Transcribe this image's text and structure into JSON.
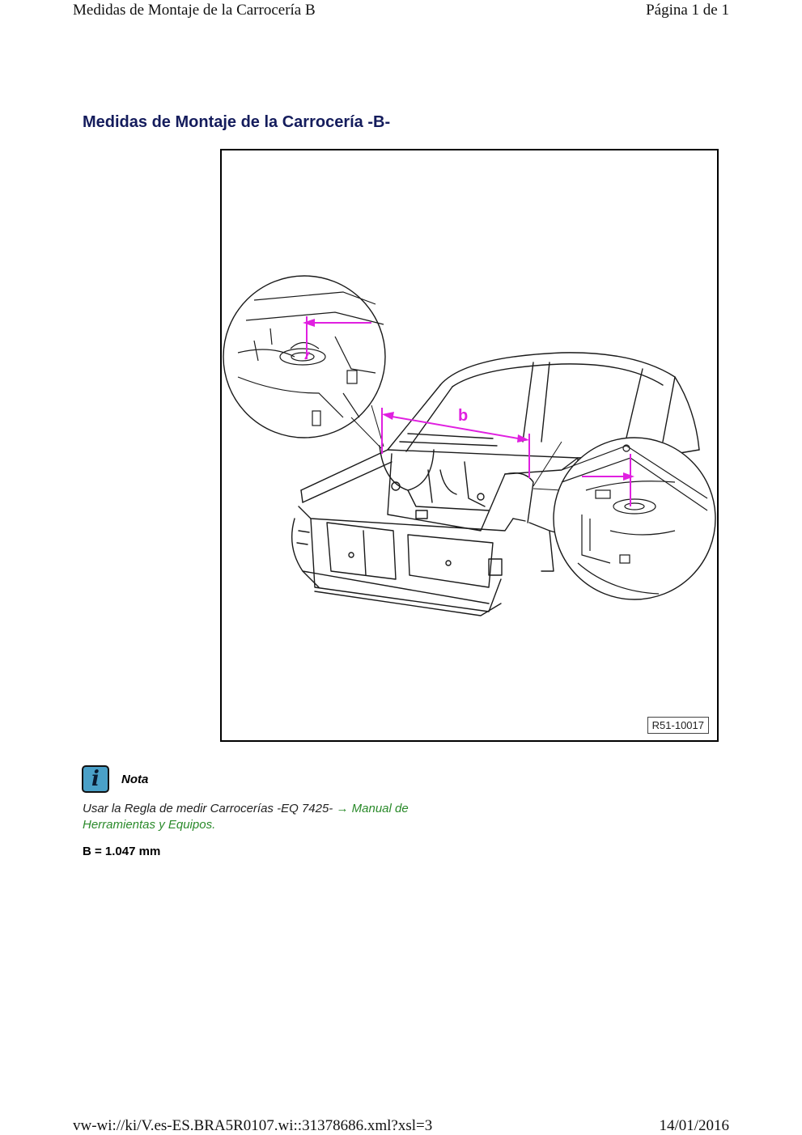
{
  "header": {
    "left": "Medidas de Montaje de la Carrocería B",
    "right": "Página 1 de 1"
  },
  "title": "Medidas de Montaje de la Carrocería -B-",
  "figure": {
    "dimension_label": "b",
    "reference": "R51-10017",
    "accent_color": "#e020e0"
  },
  "note": {
    "icon": "info-icon",
    "icon_glyph": "i",
    "title": "Nota",
    "text": "Usar la Regla de medir Carrocerías -EQ 7425-",
    "link_text": "→ Manual de Herramientas y Equipos."
  },
  "measurement": "B = 1.047 mm",
  "footer": {
    "left": "vw-wi://ki/V.es-ES.BRA5R0107.wi::31378686.xml?xsl=3",
    "right": "14/01/2016"
  }
}
